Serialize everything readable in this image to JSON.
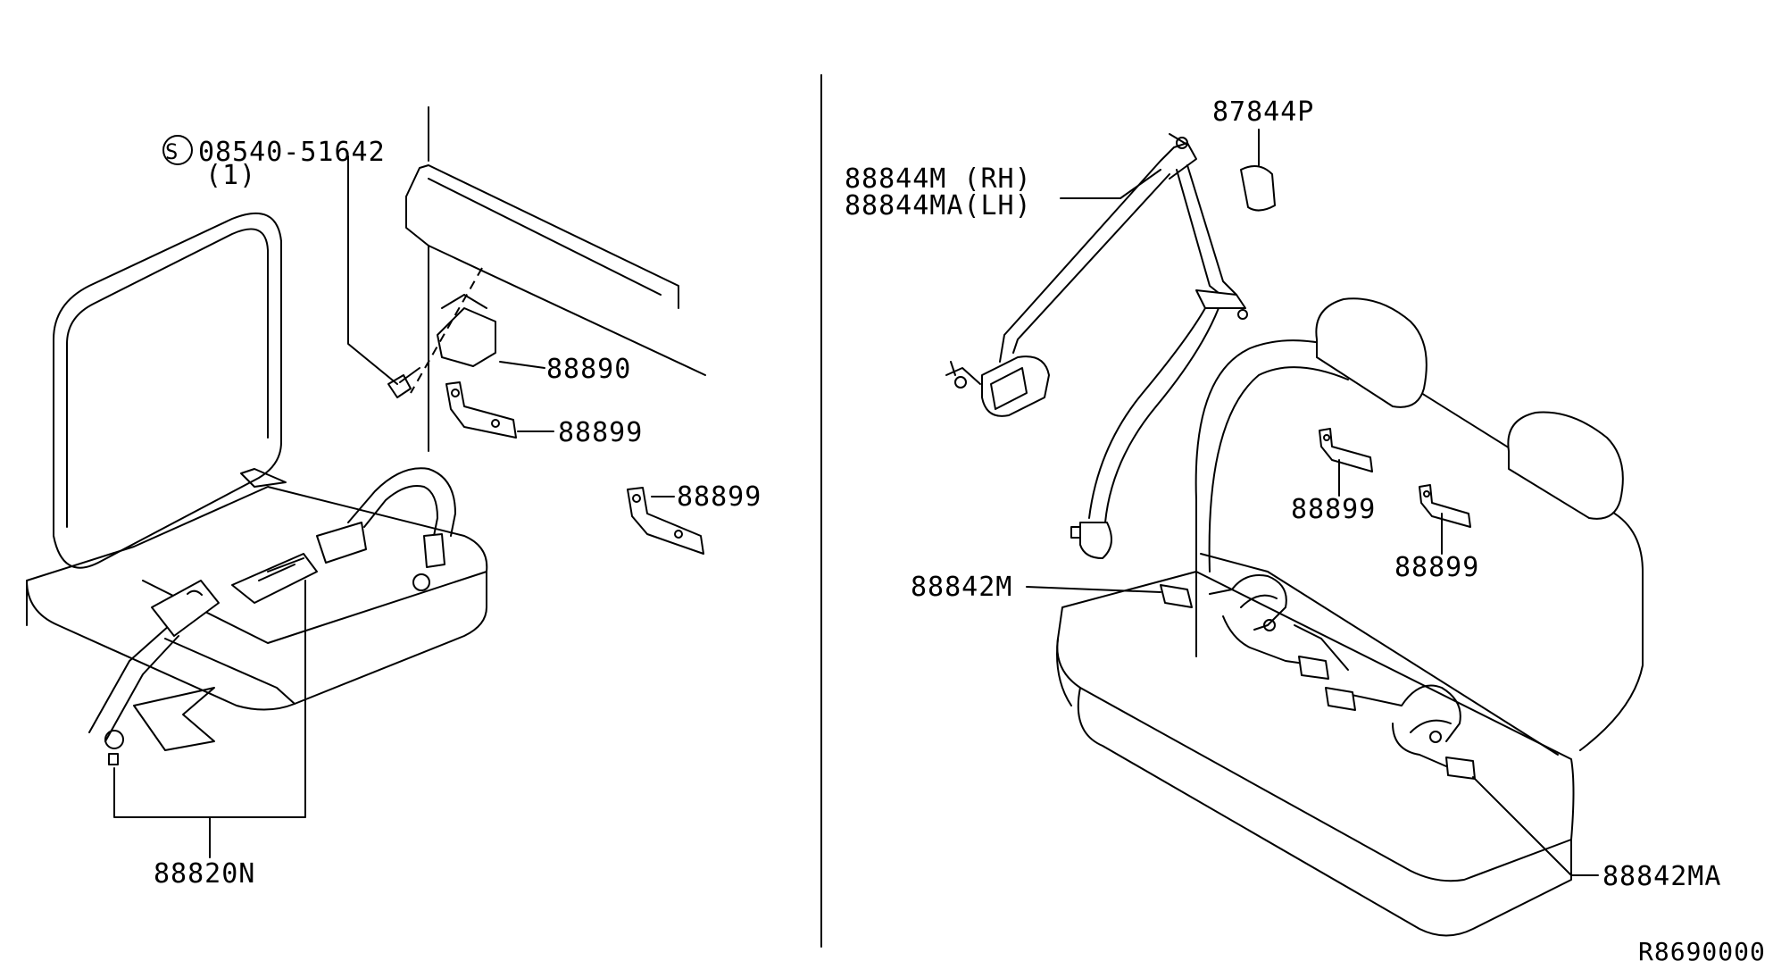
{
  "diagram": {
    "left_view": {
      "bolt_label": "08540-51642",
      "bolt_symbol": "S",
      "bolt_qty": "(1)",
      "labels": {
        "anchor_cover": "88890",
        "bracket_upper": "88899",
        "bracket_lower": "88899",
        "center_belt": "88820N"
      }
    },
    "right_view": {
      "labels": {
        "cover": "87844P",
        "retractor_rh": "88844M (RH)",
        "retractor_lh": "88844MA(LH)",
        "bracket_a": "88899",
        "bracket_b": "88899",
        "buckle_m": "88842M",
        "buckle_ma": "88842MA"
      }
    },
    "reference_code": "R8690000"
  }
}
